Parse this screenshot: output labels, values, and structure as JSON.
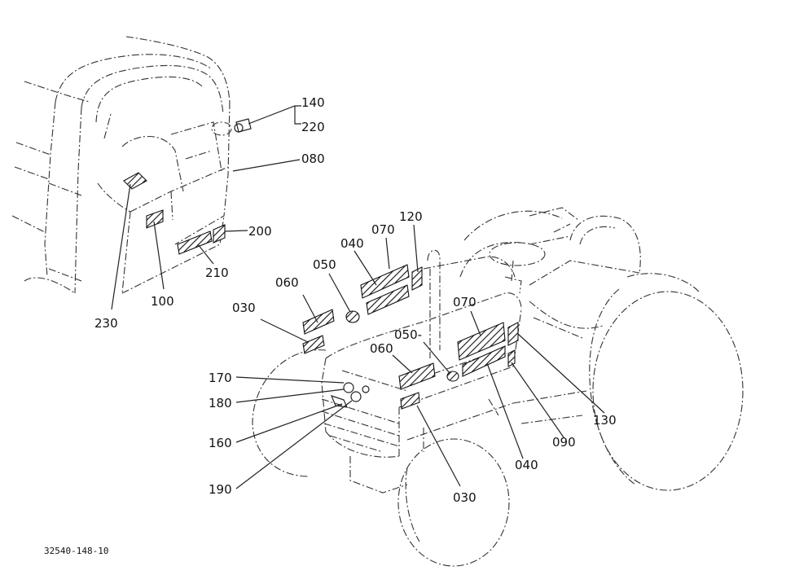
{
  "drawing_code": "32540-148-10",
  "callouts": {
    "c140": "140",
    "c220": "220",
    "c080": "080",
    "c200": "200",
    "c210": "210",
    "c100": "100",
    "c230": "230",
    "c120": "120",
    "c070a": "070",
    "c040a": "040",
    "c050a": "050",
    "c060a": "060",
    "c030a": "030",
    "c070b": "070",
    "c050b": "050-",
    "c060b": "060",
    "c170": "170",
    "c180": "180",
    "c160": "160",
    "c190": "190",
    "c030b": "030",
    "c040b": "040",
    "c090": "090",
    "c130": "130"
  }
}
